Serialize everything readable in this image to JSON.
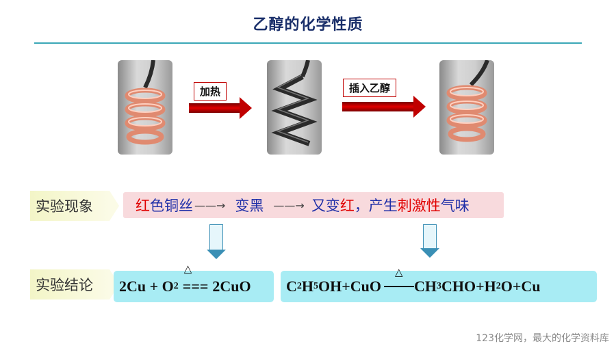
{
  "title": "乙醇的化学性质",
  "steps": {
    "heat_label": "加热",
    "insert_label": "插入乙醇"
  },
  "phenomenon": {
    "tag": "实验现象",
    "part1_red": "红",
    "part1_blue": "色铜丝",
    "arrow": "——→",
    "part2": "变黑",
    "arrow2": "——→",
    "part3_blue": "又变",
    "part3_red": "红",
    "part4_blue": "，产生",
    "part4_red": "刺激性",
    "part4_blue2": "气味"
  },
  "conclusion": {
    "tag": "实验结论",
    "eq1": {
      "left": "2Cu + O",
      "sub": "2",
      "cond": "△",
      "eqsign": "===",
      "right": "2CuO"
    },
    "eq2": {
      "c": "C",
      "s2": "2",
      "h": "H",
      "s5": "5",
      "rest": "OH+CuO",
      "cond": "△",
      "p1": "CH",
      "s3": "3",
      "p2": "CHO+H",
      "s2b": "2",
      "p3": "O+Cu"
    }
  },
  "footer": "123化学网，最大的化学资料库"
}
